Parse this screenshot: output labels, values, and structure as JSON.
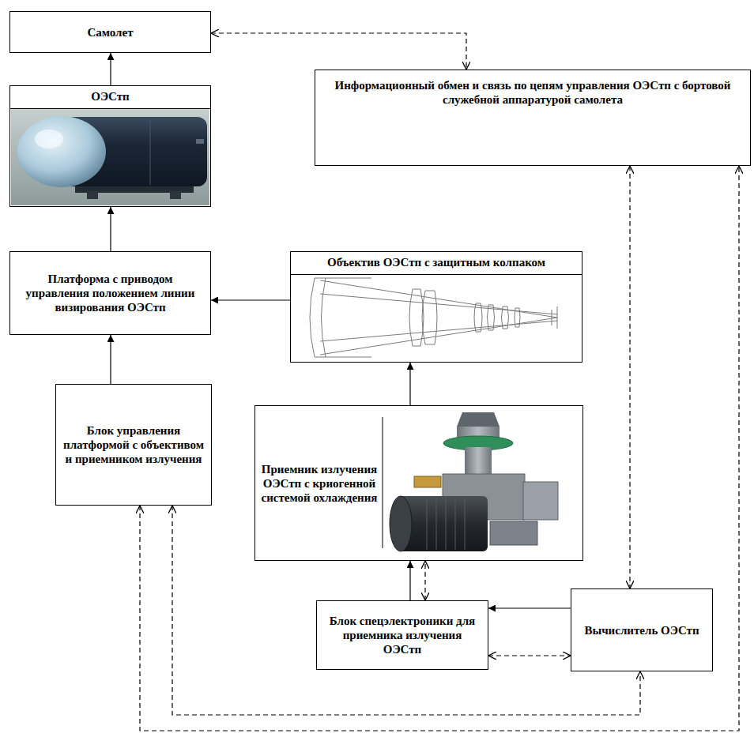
{
  "diagram": {
    "nodes": [
      {
        "text": [
          "Самолет"
        ]
      },
      {
        "text": [
          "ОЭСтп"
        ]
      },
      {
        "text": [
          "Информационный обмен и связь по цепям управления ОЭСтп с бортовой служебной аппаратурой самолета"
        ]
      },
      {
        "text": [
          "Платформа с приводом управления положением линии визирования ОЭСтп"
        ]
      },
      {
        "text": [
          "Объектив ОЭСтп с защитным колпаком"
        ]
      },
      {
        "text": [
          "Блок управления платформой с объективом и приемником излучения"
        ]
      },
      {
        "text": [
          "Приемник излучения ОЭСтп с криогенной системой охлаждения"
        ]
      },
      {
        "text": [
          "Блок спецэлектроники для приемника излучения ОЭСтп"
        ]
      },
      {
        "text": [
          "Вычислитель ОЭСтп"
        ]
      }
    ],
    "edges": [
      {
        "from": 1,
        "to": 0,
        "arrow": "to"
      },
      {
        "from": 0,
        "to": 2,
        "arrow": "both"
      },
      {
        "from": 3,
        "to": 1,
        "arrow": "to"
      },
      {
        "from": 4,
        "to": 3,
        "arrow": "to"
      },
      {
        "from": 5,
        "to": 3,
        "arrow": "to"
      },
      {
        "from": 6,
        "to": 4,
        "arrow": "to"
      },
      {
        "from": 7,
        "to": 6,
        "arrow": "to"
      },
      {
        "from": 7,
        "to": 6,
        "arrow": "both"
      },
      {
        "from": 8,
        "to": 7,
        "arrow": "to"
      },
      {
        "from": 7,
        "to": 8,
        "arrow": "both"
      },
      {
        "from": 2,
        "to": 8,
        "arrow": "both"
      },
      {
        "from": 5,
        "to": 8,
        "arrow": "both"
      },
      {
        "from": 5,
        "to": 2,
        "arrow": "both"
      }
    ]
  }
}
